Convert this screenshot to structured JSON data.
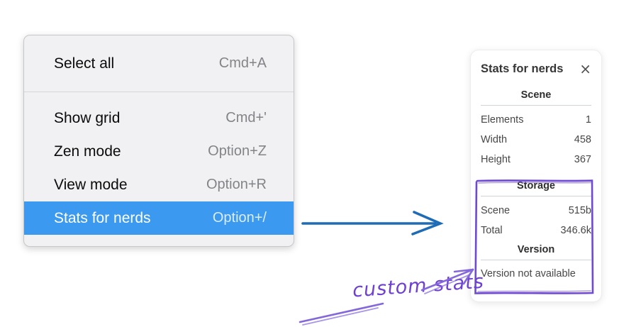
{
  "context_menu": {
    "items": [
      {
        "label": "Select all",
        "shortcut": "Cmd+A",
        "selected": false
      },
      {
        "label": "Show grid",
        "shortcut": "Cmd+'",
        "selected": false
      },
      {
        "label": "Zen mode",
        "shortcut": "Option+Z",
        "selected": false
      },
      {
        "label": "View mode",
        "shortcut": "Option+R",
        "selected": false
      },
      {
        "label": "Stats for nerds",
        "shortcut": "Option+/",
        "selected": true
      }
    ],
    "highlight_color": "#3b9af0"
  },
  "stats_panel": {
    "title": "Stats for nerds",
    "close_icon": "×",
    "sections": [
      {
        "heading": "Scene",
        "rows": [
          [
            "Elements",
            "1"
          ],
          [
            "Width",
            "458"
          ],
          [
            "Height",
            "367"
          ]
        ]
      },
      {
        "heading": "Storage",
        "rows": [
          [
            "Scene",
            "515b"
          ],
          [
            "Total",
            "346.6k"
          ]
        ]
      },
      {
        "heading": "Version",
        "note": "Version not available"
      }
    ]
  },
  "annotation": {
    "label": "custom stats",
    "text_color": "#6d3fd2",
    "stroke_color": "#8468db",
    "box_color": "#6d4ad0"
  },
  "flow_arrow_color": "#1e6cb5"
}
